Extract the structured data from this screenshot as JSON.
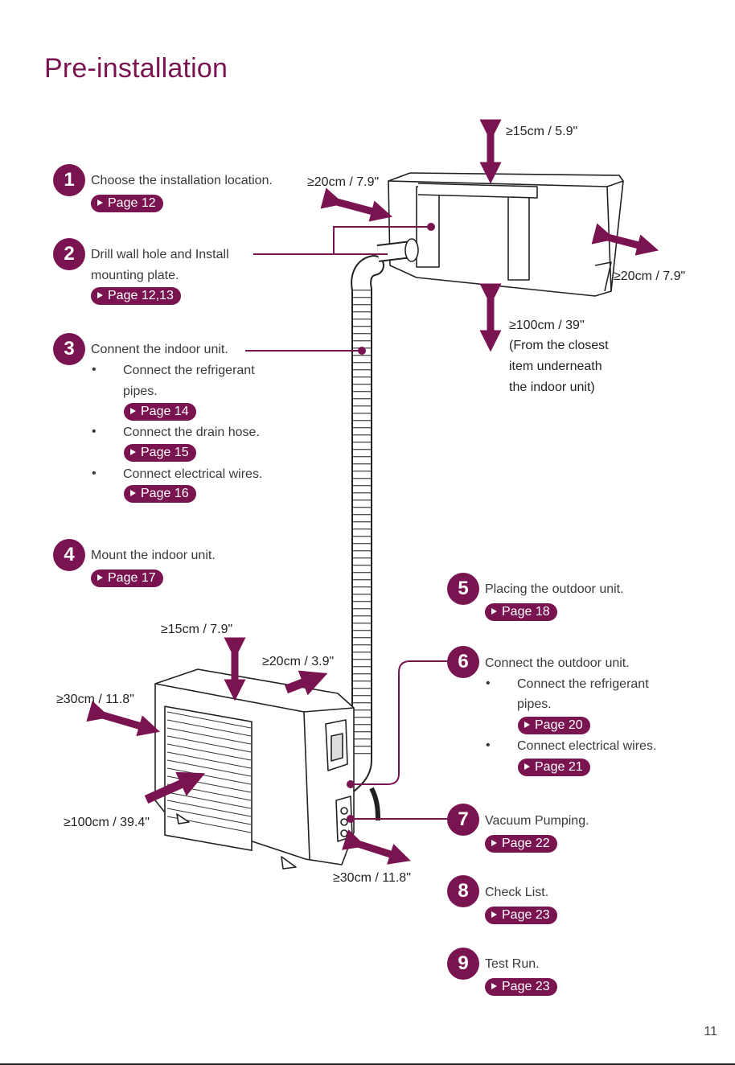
{
  "page": {
    "title": "Pre-installation",
    "page_number": "11",
    "accent_color": "#7a1450"
  },
  "steps": [
    {
      "num": "1",
      "text": "Choose the installation location.",
      "page": "Page 12"
    },
    {
      "num": "2",
      "text_line1": "Drill wall hole and Install",
      "text_line2": "mounting plate.",
      "page": "Page 12,13"
    },
    {
      "num": "3",
      "text": "Connent the indoor unit.",
      "subs": [
        {
          "line1": "Connect the refrigerant",
          "line2": "pipes.",
          "page": "Page 14"
        },
        {
          "line1": "Connect the drain hose.",
          "page": "Page 15"
        },
        {
          "line1": "Connect electrical wires.",
          "page": "Page 16"
        }
      ]
    },
    {
      "num": "4",
      "text": "Mount the indoor unit.",
      "page": "Page 17"
    },
    {
      "num": "5",
      "text": "Placing the outdoor unit.",
      "page": "Page 18"
    },
    {
      "num": "6",
      "text": "Connect the outdoor unit.",
      "subs": [
        {
          "line1": "Connect the refrigerant",
          "line2": "pipes.",
          "page": "Page 20"
        },
        {
          "line1": "Connect electrical wires.",
          "page": "Page 21"
        }
      ]
    },
    {
      "num": "7",
      "text": "Vacuum Pumping.",
      "page": "Page 22"
    },
    {
      "num": "8",
      "text": "Check List.",
      "page": "Page 23"
    },
    {
      "num": "9",
      "text": "Test Run.",
      "page": "Page 23"
    }
  ],
  "bullet_char": "•",
  "clearances": {
    "indoor_top": "≥15cm / 5.9\"",
    "indoor_left": "≥20cm / 7.9\"",
    "indoor_right": "≥20cm / 7.9\"",
    "indoor_bottom": "≥100cm / 39\"",
    "indoor_bottom_note": [
      "(From the closest",
      "item underneath",
      "the indoor unit)"
    ],
    "outdoor_top": "≥15cm / 7.9\"",
    "outdoor_back": "≥20cm / 3.9\"",
    "outdoor_left": "≥30cm / 11.8\"",
    "outdoor_front": "≥100cm / 39.4\"",
    "outdoor_right": "≥30cm / 11.8\""
  }
}
